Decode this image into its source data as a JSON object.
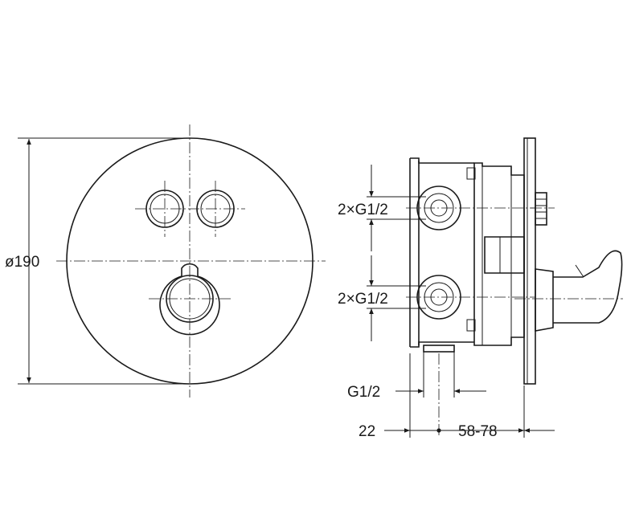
{
  "dimensions": {
    "diameter": "ø190",
    "connection_upper": "2×G1/2",
    "connection_lower": "2×G1/2",
    "outlet_thread": "G1/2",
    "depth_offset": "22",
    "installation_depth": "58-78"
  },
  "colors": {
    "line": "#1a1a1a",
    "background": "#ffffff"
  }
}
